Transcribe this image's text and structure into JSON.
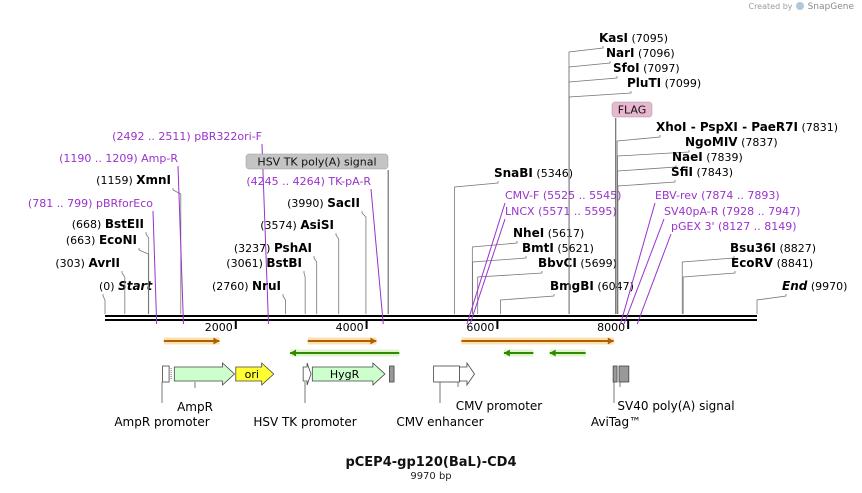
{
  "credit": {
    "prefix": "Created by",
    "brand": "SnapGene"
  },
  "plasmid": {
    "name": "pCEP4-gp120(BaL)-CD4",
    "size_label": "9970 bp",
    "length": 9970
  },
  "colors": {
    "enzyme": "#000000",
    "primer": "#9933cc",
    "feature_label_box": "#c4c4c4",
    "flag_box": "#e8b8d0",
    "orf": "#f5a623",
    "orf_rev": "#2e8b00"
  },
  "enzymes": [
    {
      "name": "Start",
      "pos": 0,
      "label": "(0)",
      "italic": true
    },
    {
      "name": "AvrII",
      "pos": 303,
      "label": "(303)"
    },
    {
      "name": "EcoNI",
      "pos": 663,
      "label": "(663)"
    },
    {
      "name": "BstEII",
      "pos": 668,
      "label": "(668)"
    },
    {
      "name": "XmnI",
      "pos": 1159,
      "label": "(1159)"
    },
    {
      "name": "NruI",
      "pos": 2760,
      "label": "(2760)"
    },
    {
      "name": "BstBI",
      "pos": 3061,
      "label": "(3061)"
    },
    {
      "name": "PshAI",
      "pos": 3237,
      "label": "(3237)"
    },
    {
      "name": "AsiSI",
      "pos": 3574,
      "label": "(3574)"
    },
    {
      "name": "SacII",
      "pos": 3990,
      "label": "(3990)"
    },
    {
      "name": "SnaBI",
      "pos": 5346,
      "label": "(5346)"
    },
    {
      "name": "NheI",
      "pos": 5617,
      "label": "(5617)"
    },
    {
      "name": "BmtI",
      "pos": 5621,
      "label": "(5621)"
    },
    {
      "name": "BbvCI",
      "pos": 5699,
      "label": "(5699)"
    },
    {
      "name": "BmgBI",
      "pos": 6047,
      "label": "(6047)"
    },
    {
      "name": "KasI",
      "pos": 7095,
      "label": "(7095)"
    },
    {
      "name": "NarI",
      "pos": 7096,
      "label": "(7096)"
    },
    {
      "name": "SfoI",
      "pos": 7097,
      "label": "(7097)"
    },
    {
      "name": "PluTI",
      "pos": 7099,
      "label": "(7099)"
    },
    {
      "name": "XhoI",
      "pos": 7831,
      "label": "(7831)",
      "prefix_names": [
        "XhoI",
        "PspXI",
        "PaeR7I"
      ]
    },
    {
      "name": "NgoMIV",
      "pos": 7837,
      "label": "(7837)"
    },
    {
      "name": "NaeI",
      "pos": 7839,
      "label": "(7839)"
    },
    {
      "name": "SfiI",
      "pos": 7843,
      "label": "(7843)"
    },
    {
      "name": "Bsu36I",
      "pos": 8827,
      "label": "(8827)"
    },
    {
      "name": "EcoRV",
      "pos": 8841,
      "label": "(8841)"
    },
    {
      "name": "End",
      "pos": 9970,
      "label": "(9970)",
      "italic": true
    }
  ],
  "primers": [
    {
      "name": "pBRforEco",
      "range": "(781 .. 799)",
      "pos": 790
    },
    {
      "name": "Amp-R",
      "range": "(1190 .. 1209)",
      "pos": 1200
    },
    {
      "name": "pBR322ori-F",
      "range": "(2492 .. 2511)",
      "pos": 2500
    },
    {
      "name": "TK-pA-R",
      "range": "(4245 .. 4264)",
      "pos": 4255
    },
    {
      "name": "CMV-F",
      "range": "(5525 .. 5545)",
      "pos": 5535
    },
    {
      "name": "LNCX",
      "range": "(5571 .. 5595)",
      "pos": 5583
    },
    {
      "name": "EBV-rev",
      "range": "(7874 .. 7893)",
      "pos": 7883
    },
    {
      "name": "SV40pA-R",
      "range": "(7928 .. 7947)",
      "pos": 7937
    },
    {
      "name": "pGEX 3'",
      "range": "(8127 .. 8149)",
      "pos": 8138
    }
  ],
  "boxed_features": [
    {
      "name": "HSV TK poly(A) signal",
      "pos": 4330
    },
    {
      "name": "FLAG",
      "pos": 7810
    }
  ],
  "ruler_ticks": [
    "2000",
    "4000",
    "6000",
    "8000"
  ],
  "orfs": [
    {
      "start": 900,
      "end": 1750,
      "dir": "fwd"
    },
    {
      "start": 3100,
      "end": 4150,
      "dir": "fwd"
    },
    {
      "start": 2830,
      "end": 4500,
      "dir": "rev"
    },
    {
      "start": 5450,
      "end": 7780,
      "dir": "fwd"
    },
    {
      "start": 6100,
      "end": 6550,
      "dir": "rev"
    },
    {
      "start": 6800,
      "end": 7350,
      "dir": "rev"
    }
  ],
  "features": [
    {
      "name": "AmpR",
      "label": "AmpR",
      "type": "arrow",
      "start": 1060,
      "end": 1980,
      "color": "#ccffcc"
    },
    {
      "name": "AmpR promoter",
      "label": "AmpR promoter",
      "type": "small",
      "start": 880,
      "end": 980,
      "color": "#ffffff"
    },
    {
      "name": "ori",
      "label": "ori",
      "type": "arrow",
      "start": 2000,
      "end": 2580,
      "color": "#ffff33"
    },
    {
      "name": "HSV TK promoter",
      "label": "HSV TK promoter",
      "type": "arrow",
      "start": 3030,
      "end": 3150,
      "color": "#ffffff"
    },
    {
      "name": "HygR",
      "label": "HygR",
      "type": "arrow",
      "start": 3170,
      "end": 4280,
      "color": "#ccffcc"
    },
    {
      "name": "HSV TK poly(A) tail",
      "label": "",
      "type": "block",
      "start": 4350,
      "end": 4420,
      "color": "#999999"
    },
    {
      "name": "CMV enhancer",
      "label": "CMV enhancer",
      "type": "block",
      "start": 5025,
      "end": 5420,
      "color": "#ffffff"
    },
    {
      "name": "CMV promoter",
      "label": "CMV promoter",
      "type": "arrow",
      "start": 5420,
      "end": 5650,
      "color": "#ffffff"
    },
    {
      "name": "AviTag",
      "label": "AviTag™",
      "type": "block",
      "start": 7770,
      "end": 7830,
      "color": "#999999"
    },
    {
      "name": "SV40 poly(A) signal",
      "label": "SV40 poly(A) signal",
      "type": "block",
      "start": 7860,
      "end": 8010,
      "color": "#999999"
    }
  ]
}
